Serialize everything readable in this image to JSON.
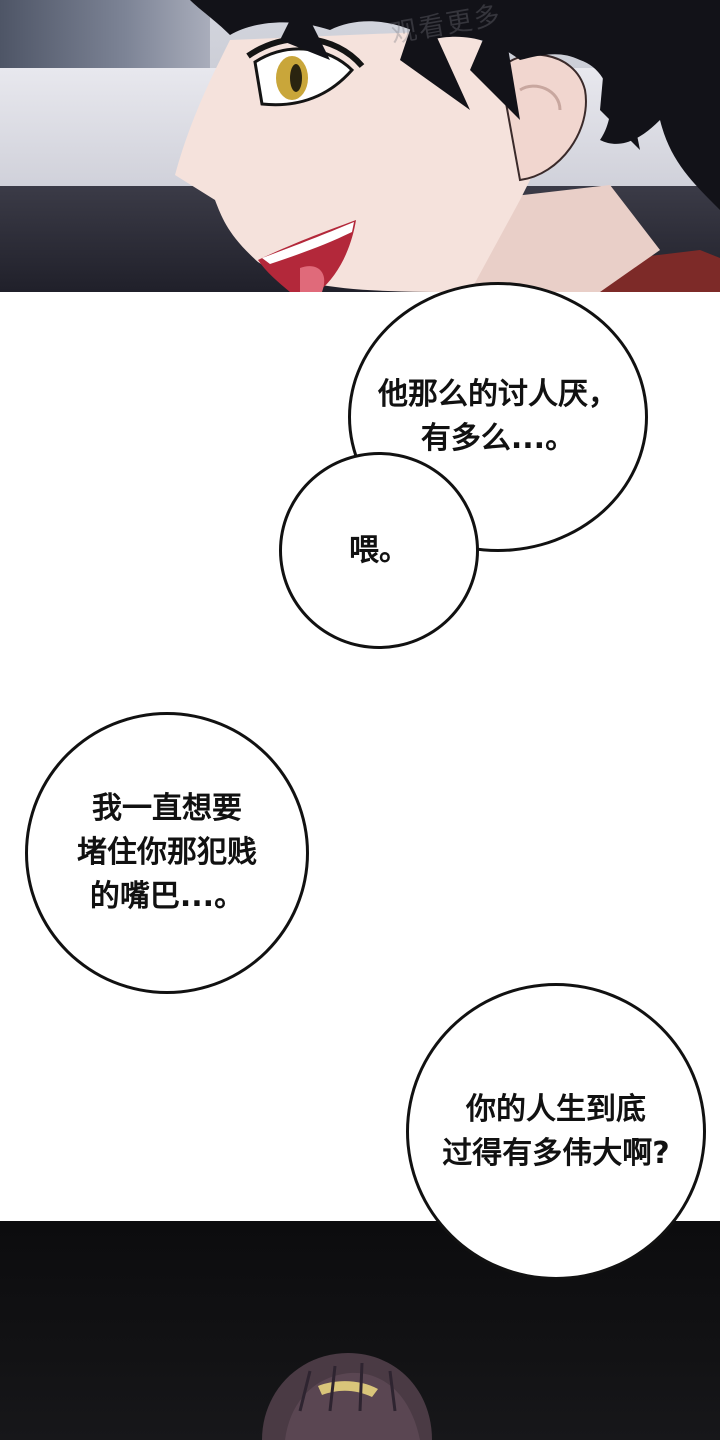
{
  "watermark": "观看更多",
  "bubbles": [
    {
      "text": "他那么的讨人厌，\n有多么...。"
    },
    {
      "text": "喂。"
    },
    {
      "text": "我一直想要\n堵住你那犯贱\n的嘴巴...。"
    },
    {
      "text": "你的人生到底\n过得有多伟大啊?"
    }
  ],
  "colors": {
    "hair": "#121218",
    "skin": "#f5e2dc",
    "eye": "#c9a63a",
    "mouth": "#b3283a",
    "shirt": "#7d2a28",
    "bubble_border": "#111111"
  }
}
